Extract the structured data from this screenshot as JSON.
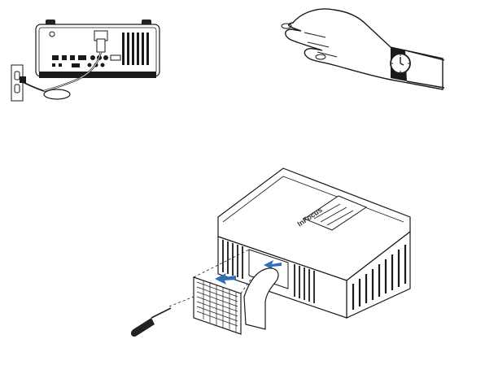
{
  "panels": [
    {
      "id": "power-cord-illustration",
      "icon": "projector-rear-power-plug-icon"
    },
    {
      "id": "wait-illustration",
      "icon": "hand-wristwatch-icon"
    },
    {
      "id": "filter-removal-illustration",
      "icon": "projector-filter-screwdriver-icon"
    }
  ],
  "projector_brand_label": "InFocus",
  "colors": {
    "line": "#1a1a1a",
    "arrow": "#2f6fb6",
    "grip": "#222222"
  }
}
